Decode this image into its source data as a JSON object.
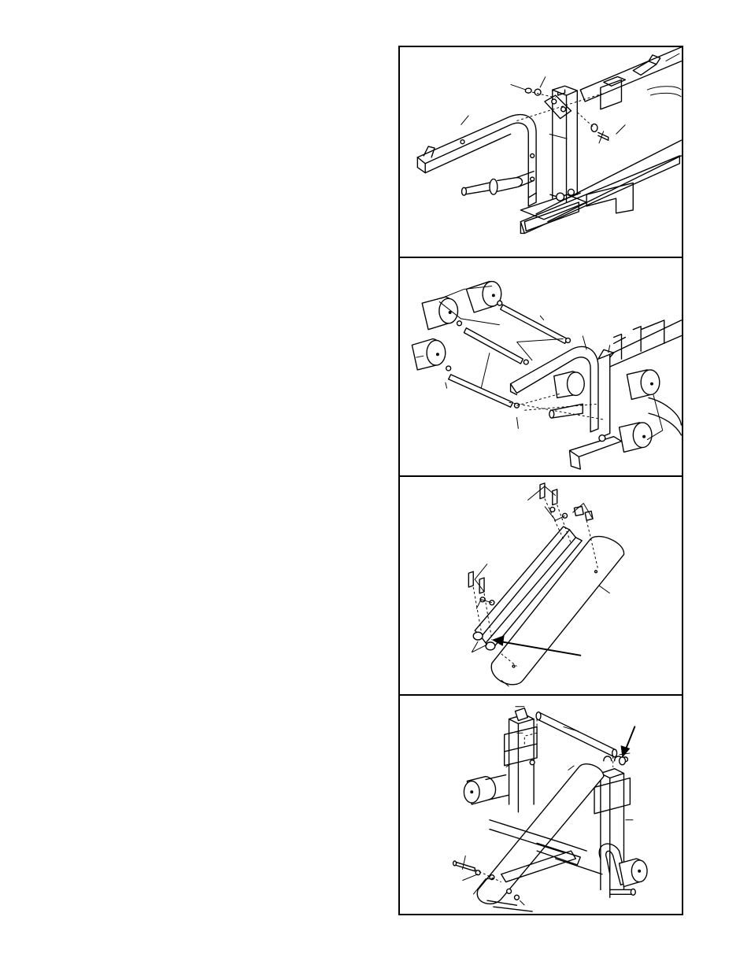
{
  "page": {
    "left_column_text": "",
    "background": "#ffffff",
    "line_color": "#000000"
  },
  "figures": [
    {
      "id": "step-1",
      "depicts": "leg-lever-attach"
    },
    {
      "id": "step-2",
      "depicts": "foam-roller-install"
    },
    {
      "id": "step-3",
      "depicts": "backrest-bracket"
    },
    {
      "id": "step-4",
      "depicts": "backrest-mount-uprights"
    }
  ]
}
